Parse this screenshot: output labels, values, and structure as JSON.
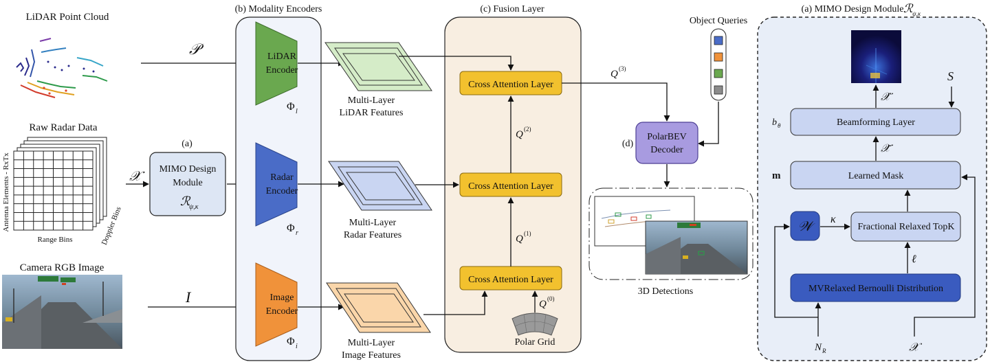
{
  "inputs": {
    "lidar_title": "LiDAR Point Cloud",
    "radar_title": "Raw Radar Data",
    "radar_y_axis": "Antenna Elements - RxTx",
    "radar_x_axis": "Range Bins",
    "radar_z_axis": "Doppler Bins",
    "camera_title": "Camera RGB Image"
  },
  "symbols": {
    "P": "𝒫",
    "X": "𝒳",
    "X_hat": "𝒳̂",
    "I": "I",
    "X_tilde": "𝒳̃",
    "S": "S",
    "b_theta": "b",
    "b_theta_sub": "θ",
    "m": "m",
    "kappa": "κ",
    "ell": "ℓ",
    "W": "𝒲",
    "N_R": "N",
    "N_R_sub": "R",
    "Q0": "Q",
    "Q0_sup": "(0)",
    "Q1": "Q",
    "Q1_sup": "(1)",
    "Q2": "Q",
    "Q2_sup": "(2)",
    "Q3": "Q",
    "Q3_sup": "(3)"
  },
  "mimo_block": {
    "tag": "(a)",
    "line1": "MIMO Design",
    "line2": "Module",
    "symbol": "ℛ",
    "symbol_sub": "ψ,κ"
  },
  "encoders": {
    "panel_title": "(b) Modality Encoders",
    "lidar": {
      "line1": "LiDAR",
      "line2": "Encoder",
      "phi": "Φ",
      "phi_sub": "l",
      "color": "#6aa84f"
    },
    "radar": {
      "line1": "Radar",
      "line2": "Encoder",
      "phi": "Φ",
      "phi_sub": "r",
      "color": "#4a6cc7"
    },
    "image": {
      "line1": "Image",
      "line2": "Encoder",
      "phi": "Φ",
      "phi_sub": "i",
      "color": "#f0923a"
    }
  },
  "features": {
    "lidar": {
      "line1": "Multi-Layer",
      "line2": "LiDAR Features",
      "color": "#d5ecc8"
    },
    "radar": {
      "line1": "Multi-Layer",
      "line2": "Radar Features",
      "color": "#c9d5f2"
    },
    "image": {
      "line1": "Multi-Layer",
      "line2": "Image Features",
      "color": "#fad6aa"
    }
  },
  "fusion": {
    "panel_title": "(c) Fusion Layer",
    "layers": [
      "Cross Attention Layer",
      "Cross Attention Layer",
      "Cross Attention Layer"
    ],
    "polar_grid": "Polar Grid",
    "layer_color": "#f2c12e"
  },
  "queries": {
    "title": "Object Queries",
    "colors": [
      "#4a6cc7",
      "#f0923a",
      "#6aa84f",
      "#8c8c8c"
    ]
  },
  "decoder": {
    "tag": "(d)",
    "line1": "PolarBEV",
    "line2": "Decoder",
    "color": "#a89be0"
  },
  "detections": {
    "label": "3D Detections"
  },
  "mimo_panel": {
    "title": "(a) MIMO Design Module",
    "title_symbol": "ℛ",
    "title_symbol_sub": "ψ,κ",
    "beamforming": "Beamforming Layer",
    "learned_mask": "Learned Mask",
    "topk": "Fractional Relaxed TopK",
    "bernoulli": "MVRelaxed Bernoulli Distribution",
    "box_color": "#c9d5f2",
    "dark_color": "#3a5bbf"
  }
}
